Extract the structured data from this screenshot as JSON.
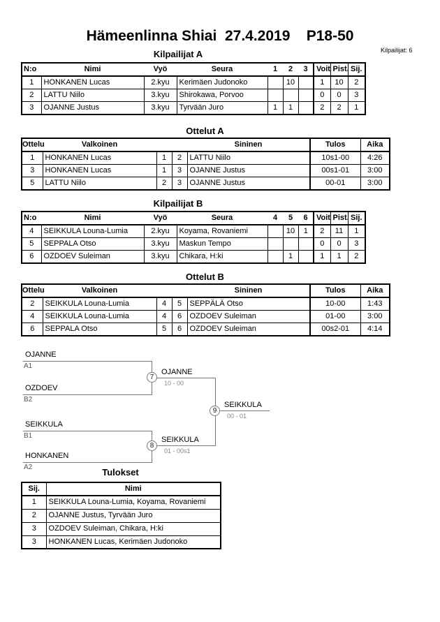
{
  "header": {
    "title": "Hämeenlinna Shiai  27.4.2019    P18-50",
    "competitors_note": "Kilpailijat: 6"
  },
  "pool_a": {
    "title": "Kilpailijat A",
    "headers": [
      "N:o",
      "Nimi",
      "Vyö",
      "Seura",
      "1",
      "2",
      "3",
      "Voit.",
      "Pist.",
      "Sij."
    ],
    "rows": [
      [
        "1",
        "HONKANEN Lucas",
        "2.kyu",
        "Kerimäen Judonoko",
        "",
        "10",
        "",
        "1",
        "10",
        "2"
      ],
      [
        "2",
        "LATTU Niilo",
        "3.kyu",
        "Shirokawa, Porvoo",
        "",
        "",
        "",
        "0",
        "0",
        "3"
      ],
      [
        "3",
        "OJANNE Justus",
        "3.kyu",
        "Tyrvään Juro",
        "1",
        "1",
        "",
        "2",
        "2",
        "1"
      ]
    ]
  },
  "matches_a": {
    "title": "Ottelut A",
    "headers": [
      "Ottelu",
      "Valkoinen",
      "",
      "",
      "Sininen",
      "Tulos",
      "Aika"
    ],
    "rows": [
      [
        "1",
        "HONKANEN Lucas",
        "1",
        "2",
        "LATTU Niilo",
        "10s1-00",
        "4:26"
      ],
      [
        "3",
        "HONKANEN Lucas",
        "1",
        "3",
        "OJANNE Justus",
        "00s1-01",
        "3:00"
      ],
      [
        "5",
        "LATTU Niilo",
        "2",
        "3",
        "OJANNE Justus",
        "00-01",
        "3:00"
      ]
    ]
  },
  "pool_b": {
    "title": "Kilpailijat B",
    "headers": [
      "N:o",
      "Nimi",
      "Vyö",
      "Seura",
      "4",
      "5",
      "6",
      "Voit.",
      "Pist.",
      "Sij."
    ],
    "rows": [
      [
        "4",
        "SEIKKULA Louna-Lumia",
        "2.kyu",
        "Koyama, Rovaniemi",
        "",
        "10",
        "1",
        "2",
        "11",
        "1"
      ],
      [
        "5",
        "SEPPALA Otso",
        "3.kyu",
        "Maskun Tempo",
        "",
        "",
        "",
        "0",
        "0",
        "3"
      ],
      [
        "6",
        "OZDOEV Suleiman",
        "3.kyu",
        "Chikara, H:ki",
        "",
        "1",
        "",
        "1",
        "1",
        "2"
      ]
    ]
  },
  "matches_b": {
    "title": "Ottelut B",
    "headers": [
      "Ottelu",
      "Valkoinen",
      "",
      "",
      "Sininen",
      "Tulos",
      "Aika"
    ],
    "rows": [
      [
        "2",
        "SEIKKULA Louna-Lumia",
        "4",
        "5",
        "SEPPÄLÄ Otso",
        "10-00",
        "1:43"
      ],
      [
        "4",
        "SEIKKULA Louna-Lumia",
        "4",
        "6",
        "OZDOEV Suleiman",
        "01-00",
        "3:00"
      ],
      [
        "6",
        "SEPPALA Otso",
        "5",
        "6",
        "OZDOEV Suleiman",
        "00s2-01",
        "4:14"
      ]
    ]
  },
  "bracket": {
    "entries": [
      {
        "name": "OJANNE",
        "tag": "A1"
      },
      {
        "name": "OZDOEV",
        "tag": "B2"
      },
      {
        "name": "SEIKKULA",
        "tag": "B1"
      },
      {
        "name": "HONKANEN",
        "tag": "A2"
      }
    ],
    "semifinals": [
      {
        "match_no": "7",
        "winner": "OJANNE",
        "score": "10 - 00"
      },
      {
        "match_no": "8",
        "winner": "SEIKKULA",
        "score": "01 - 00s1"
      }
    ],
    "final": {
      "match_no": "9",
      "winner": "SEIKKULA",
      "score": "00 - 01"
    }
  },
  "results": {
    "title": "Tulokset",
    "headers": [
      "Sij.",
      "Nimi"
    ],
    "rows": [
      [
        "1",
        "SEIKKULA Louna-Lumia, Koyama, Rovaniemi"
      ],
      [
        "2",
        "OJANNE Justus, Tyrvään Juro"
      ],
      [
        "3",
        "OZDOEV Suleiman, Chikara, H:ki"
      ],
      [
        "3",
        "HONKANEN Lucas, Kerimäen Judonoko"
      ]
    ]
  }
}
